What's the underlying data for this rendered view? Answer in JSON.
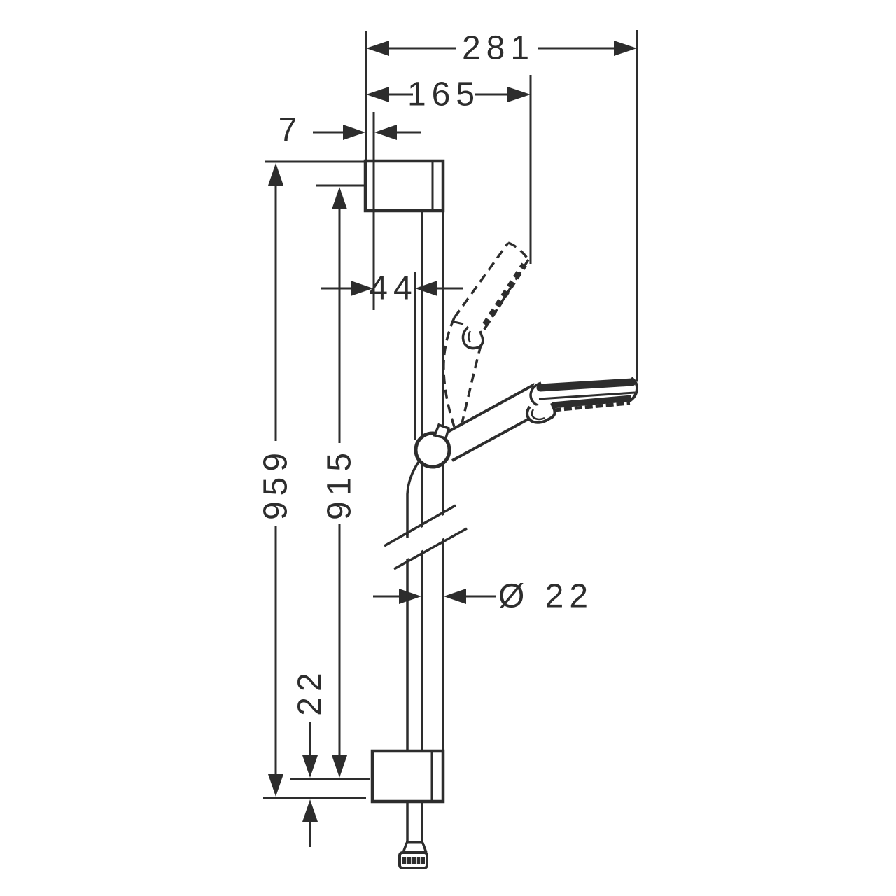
{
  "page": {
    "background": "#ffffff",
    "line_color": "#2d2d2d"
  },
  "drawing": {
    "type": "technical-dimension-drawing",
    "subject": "wall-mounted shower slide bar set with hand shower, pivot holder, wall brackets and shower hose; dashed outline shows alternate hand-shower position",
    "dimensions": {
      "total_width": "281",
      "head_width": "165",
      "wall_plate_thickness": "7",
      "wall_clearance": "44",
      "total_height": "959",
      "hole_spacing": "915",
      "bar_diameter": "Ø 22",
      "bottom_gap": "22"
    }
  }
}
